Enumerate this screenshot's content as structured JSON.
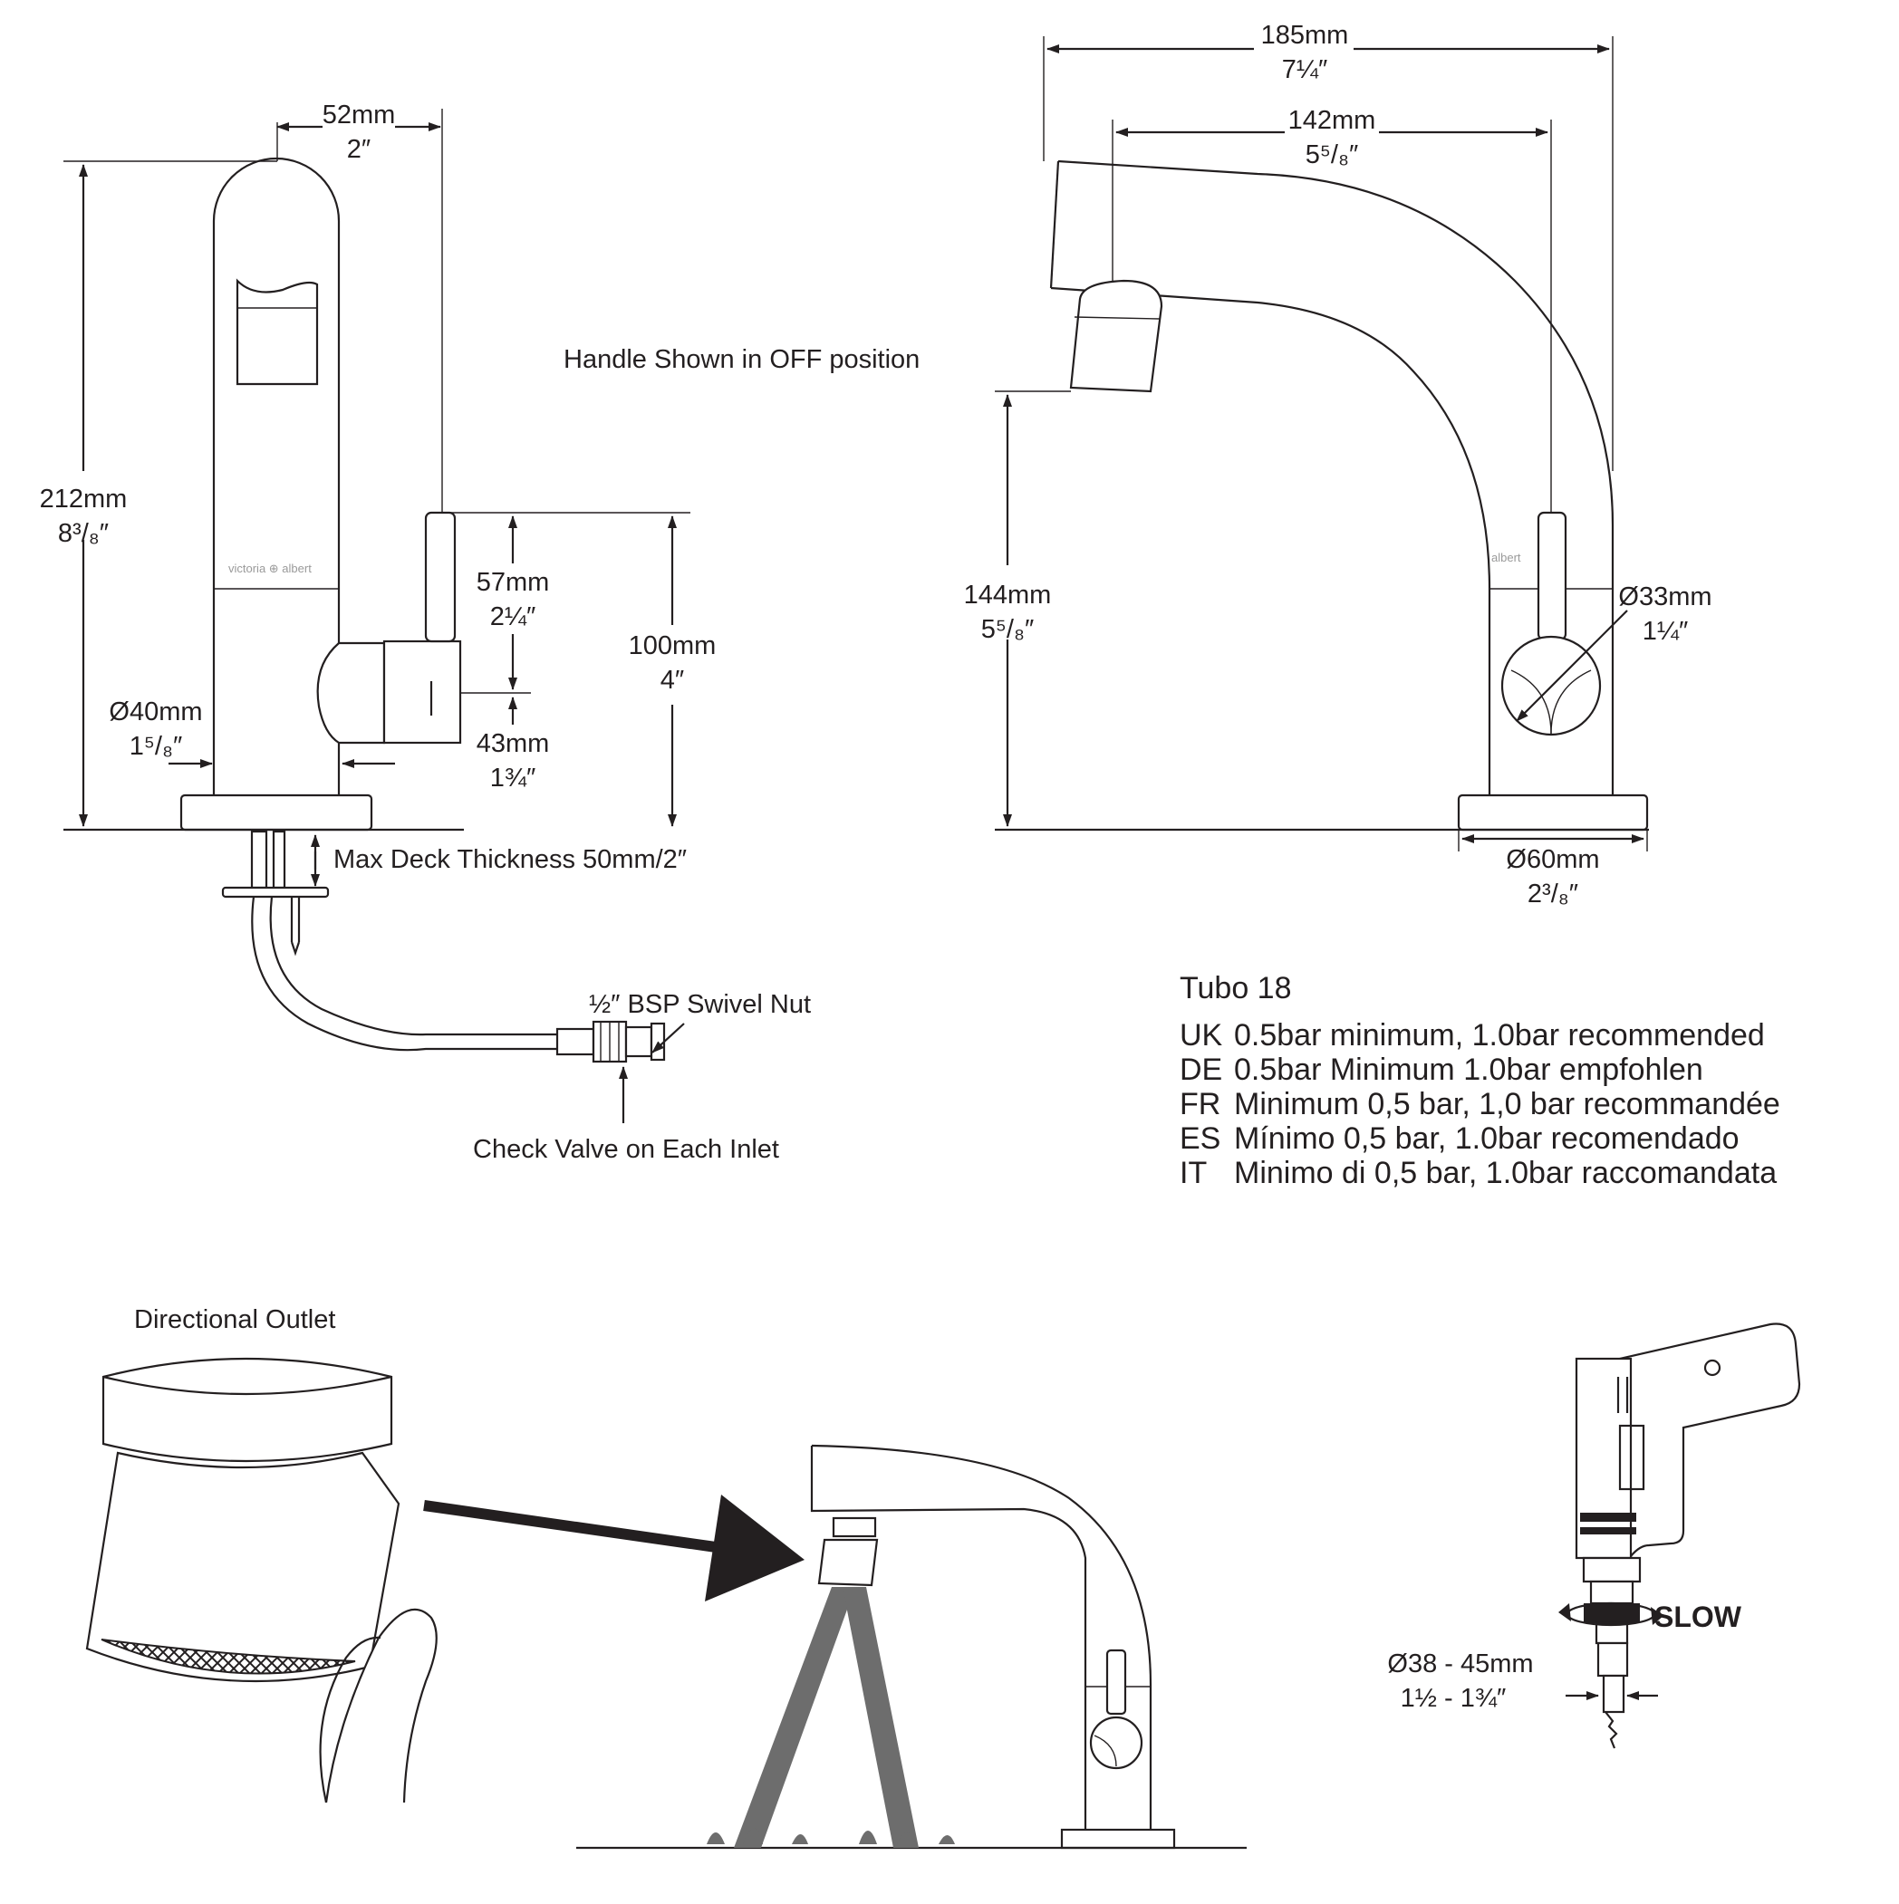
{
  "front_view": {
    "width_mm": "52mm",
    "width_in": "2″",
    "height_mm": "212mm",
    "height_in": "8³/₈″",
    "handle_mm": "57mm",
    "handle_in": "2¼″",
    "lever_mm": "43mm",
    "lever_in": "1¾″",
    "spout_to_base_mm": "100mm",
    "spout_to_base_in": "4″",
    "body_dia_mm": "Ø40mm",
    "body_dia_in": "1⁵/₈″",
    "deck_note": "Max Deck Thickness 50mm/2″",
    "nut_note": "½″ BSP Swivel Nut",
    "valve_note": "Check Valve on Each Inlet",
    "brand_mark": "victoria ⊕ albert"
  },
  "side_view": {
    "reach_mm": "185mm",
    "reach_in": "7¼″",
    "outlet_mm": "142mm",
    "outlet_in": "5⁵/₈″",
    "outlet_height_mm": "144mm",
    "outlet_height_in": "5⁵/₈″",
    "handle_dia_mm": "Ø33mm",
    "handle_dia_in": "1¼″",
    "base_dia_mm": "Ø60mm",
    "base_dia_in": "2³/₈″",
    "brand_mark": "albert"
  },
  "handle_note": "Handle Shown in OFF position",
  "specs": {
    "title": "Tubo 18",
    "rows": [
      {
        "code": "UK",
        "text": "0.5bar minimum, 1.0bar recommended"
      },
      {
        "code": "DE",
        "text": "0.5bar Minimum 1.0bar empfohlen"
      },
      {
        "code": "FR",
        "text": "Minimum 0,5 bar, 1,0 bar recommandée"
      },
      {
        "code": "ES",
        "text": "Mínimo 0,5 bar, 1.0bar recomendado"
      },
      {
        "code": "IT",
        "text": "Minimo di 0,5 bar, 1.0bar raccomandata"
      }
    ]
  },
  "outlet_caption": "Directional Outlet",
  "drill": {
    "speed": "SLOW",
    "hole_mm": "Ø38 - 45mm",
    "hole_in": "1½ - 1¾″"
  }
}
